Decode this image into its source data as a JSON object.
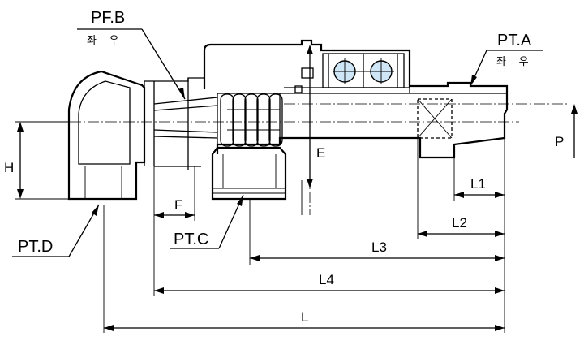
{
  "labels": {
    "pf_b": "PF.B",
    "pf_b_sub": "좌 우",
    "pt_a": "PT.A",
    "pt_a_sub": "좌 우",
    "pt_c": "PT.C",
    "pt_d": "PT.D"
  },
  "dimensions": {
    "h": "H",
    "e": "E",
    "p": "P",
    "f": "F",
    "l1": "L1",
    "l2": "L2",
    "l3": "L3",
    "l4": "L4",
    "l": "L"
  },
  "colors": {
    "line": "#000000",
    "bearing_fill": "#cfe6f7"
  }
}
